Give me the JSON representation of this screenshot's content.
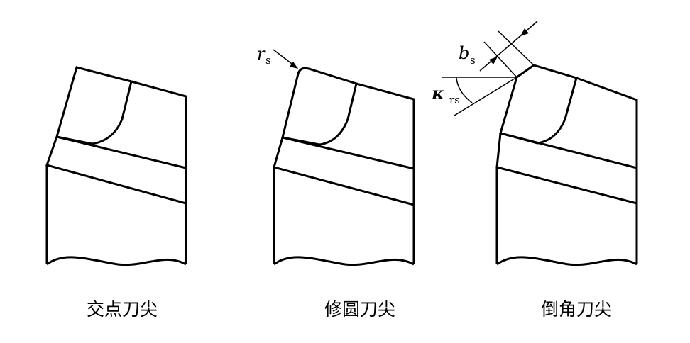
{
  "figures": [
    {
      "caption": "交点刀尖"
    },
    {
      "caption": "修圆刀尖",
      "radius_symbol": "r",
      "radius_subscript": "s"
    },
    {
      "caption": "倒角刀尖",
      "chamfer_symbol": "b",
      "chamfer_subscript": "s",
      "angle_symbol": "κ",
      "angle_subscript": "rs"
    }
  ]
}
